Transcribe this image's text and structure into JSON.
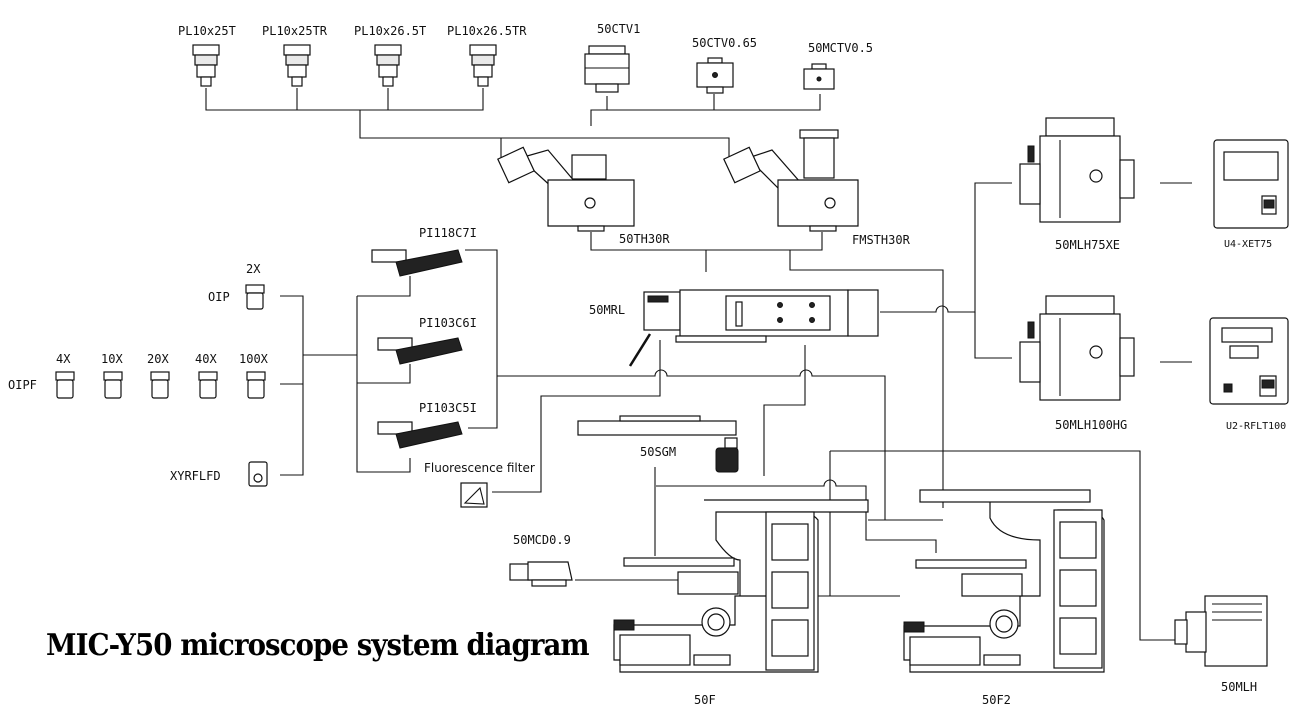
{
  "title": "MIC-Y50 microscope system diagram",
  "eyepieces": [
    "PL10x25T",
    "PL10x25TR",
    "PL10x26.5T",
    "PL10x26.5TR"
  ],
  "camera_adapters": [
    "50CTV1",
    "50CTV0.65",
    "50MCTV0.5"
  ],
  "heads": [
    "50TH30R",
    "FMSTH30R"
  ],
  "illuminators": [
    "50MRL"
  ],
  "lamp_houses": [
    "50MLH75XE",
    "50MLH100HG",
    "50MLH"
  ],
  "power_supplies": [
    "U4-XET75",
    "U2-RFLT100"
  ],
  "filter_cubes": [
    "PI118C7I",
    "PI103C6I",
    "PI103C5I"
  ],
  "filter_label": "Fluorescence filter",
  "objective_groups": {
    "oip": "OIP",
    "oipf": "OIPF",
    "xyrflfd": "XYRFLFD",
    "oip_mag": "2X",
    "oipf_mags": [
      "4X",
      "10X",
      "20X",
      "40X",
      "100X"
    ]
  },
  "stage": "50SGM",
  "condenser": "50MCD0.9",
  "stands": [
    "50F",
    "50F2"
  ],
  "icons": [
    "eyepiece-icon",
    "camera-adapter-icon",
    "trinocular-head-icon",
    "lamp-house-icon",
    "power-supply-icon",
    "filter-cube-icon",
    "objective-icon",
    "microscope-stand-icon"
  ]
}
